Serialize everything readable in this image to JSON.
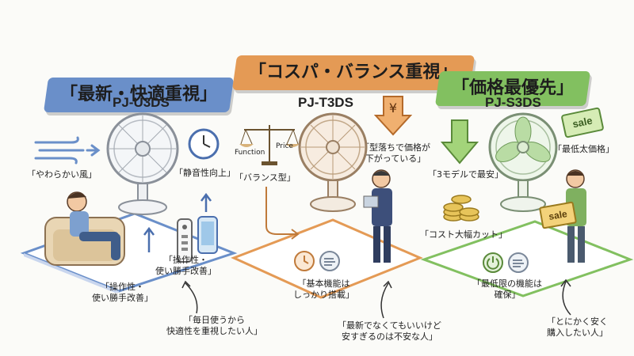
{
  "panels": [
    {
      "banner": "「最新・快適重視」",
      "banner_color": "#6a8fc9",
      "model": "PJ-U3DS",
      "labels": {
        "wind": "「やわらかい風」",
        "quiet": "「静音性向上」",
        "op_upper": "「操作性・\n使い勝手改善」",
        "op_lower": "「操作性・\n使い勝手改善」",
        "target": "「毎日使うから\n快適性を重視したい人」"
      }
    },
    {
      "banner": "「コスパ・バランス重視」",
      "banner_color": "#e49a55",
      "model": "PJ-T3DS",
      "scale_left": "Function",
      "scale_right": "Price",
      "currency": "¥",
      "labels": {
        "price_drop": "「型落ちで価格が\n下がっている」",
        "balance": "「バランス型」",
        "basic": "「基本機能は\nしっかり搭載」",
        "target": "「最新でなくてもいいけど\n安すぎるのは不安な人」"
      }
    },
    {
      "banner": "「価格最優先」",
      "banner_color": "#82c060",
      "model": "PJ-S3DS",
      "tag_text": "sale",
      "sign_text": "sale",
      "labels": {
        "lowest": "「最低太価格」",
        "cheapest": "「3モデルで最安」",
        "cost_cut": "「コスト大幅カット」",
        "minimum": "「最低限の機能は\n確保」",
        "target": "「とにかく安く\n購入したい人」"
      }
    }
  ]
}
